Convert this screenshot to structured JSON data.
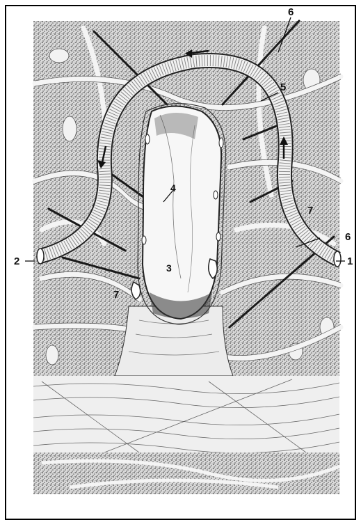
{
  "figure": {
    "labels": {
      "l1": "1",
      "l2": "2",
      "l3": "3",
      "l4": "4",
      "l5": "5",
      "l6a": "6",
      "l6b": "6",
      "l7a": "7",
      "l7b": "7"
    }
  }
}
